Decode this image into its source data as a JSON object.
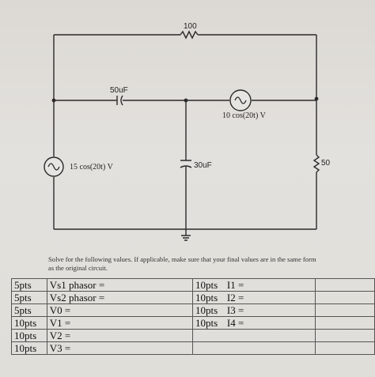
{
  "circuit": {
    "components": {
      "r1": "100",
      "c1": "50uF",
      "c2": "30uF",
      "r2": "50"
    },
    "sources": {
      "vs1": "15 cos(20t) V",
      "vs2": "10 cos(20t) V"
    }
  },
  "instructions": "Solve for the following values. If applicable, make sure that your final values are in the same form as the original circuit.",
  "answer_table": {
    "rows": [
      {
        "pts": "5pts",
        "question": "Vs1 phasor =",
        "pts2": "10pts",
        "question2": "I1 ="
      },
      {
        "pts": "5pts",
        "question": "Vs2 phasor =",
        "pts2": "10pts",
        "question2": "I2 ="
      },
      {
        "pts": "5pts",
        "question": "V0 =",
        "pts2": "10pts",
        "question2": "I3 ="
      },
      {
        "pts": "10pts",
        "question": "V1 =",
        "pts2": "10pts",
        "question2": "I4 ="
      },
      {
        "pts": "10pts",
        "question": "V2 =",
        "pts2": "",
        "question2": ""
      },
      {
        "pts": "10pts",
        "question": "V3 =",
        "pts2": "",
        "question2": ""
      }
    ]
  }
}
